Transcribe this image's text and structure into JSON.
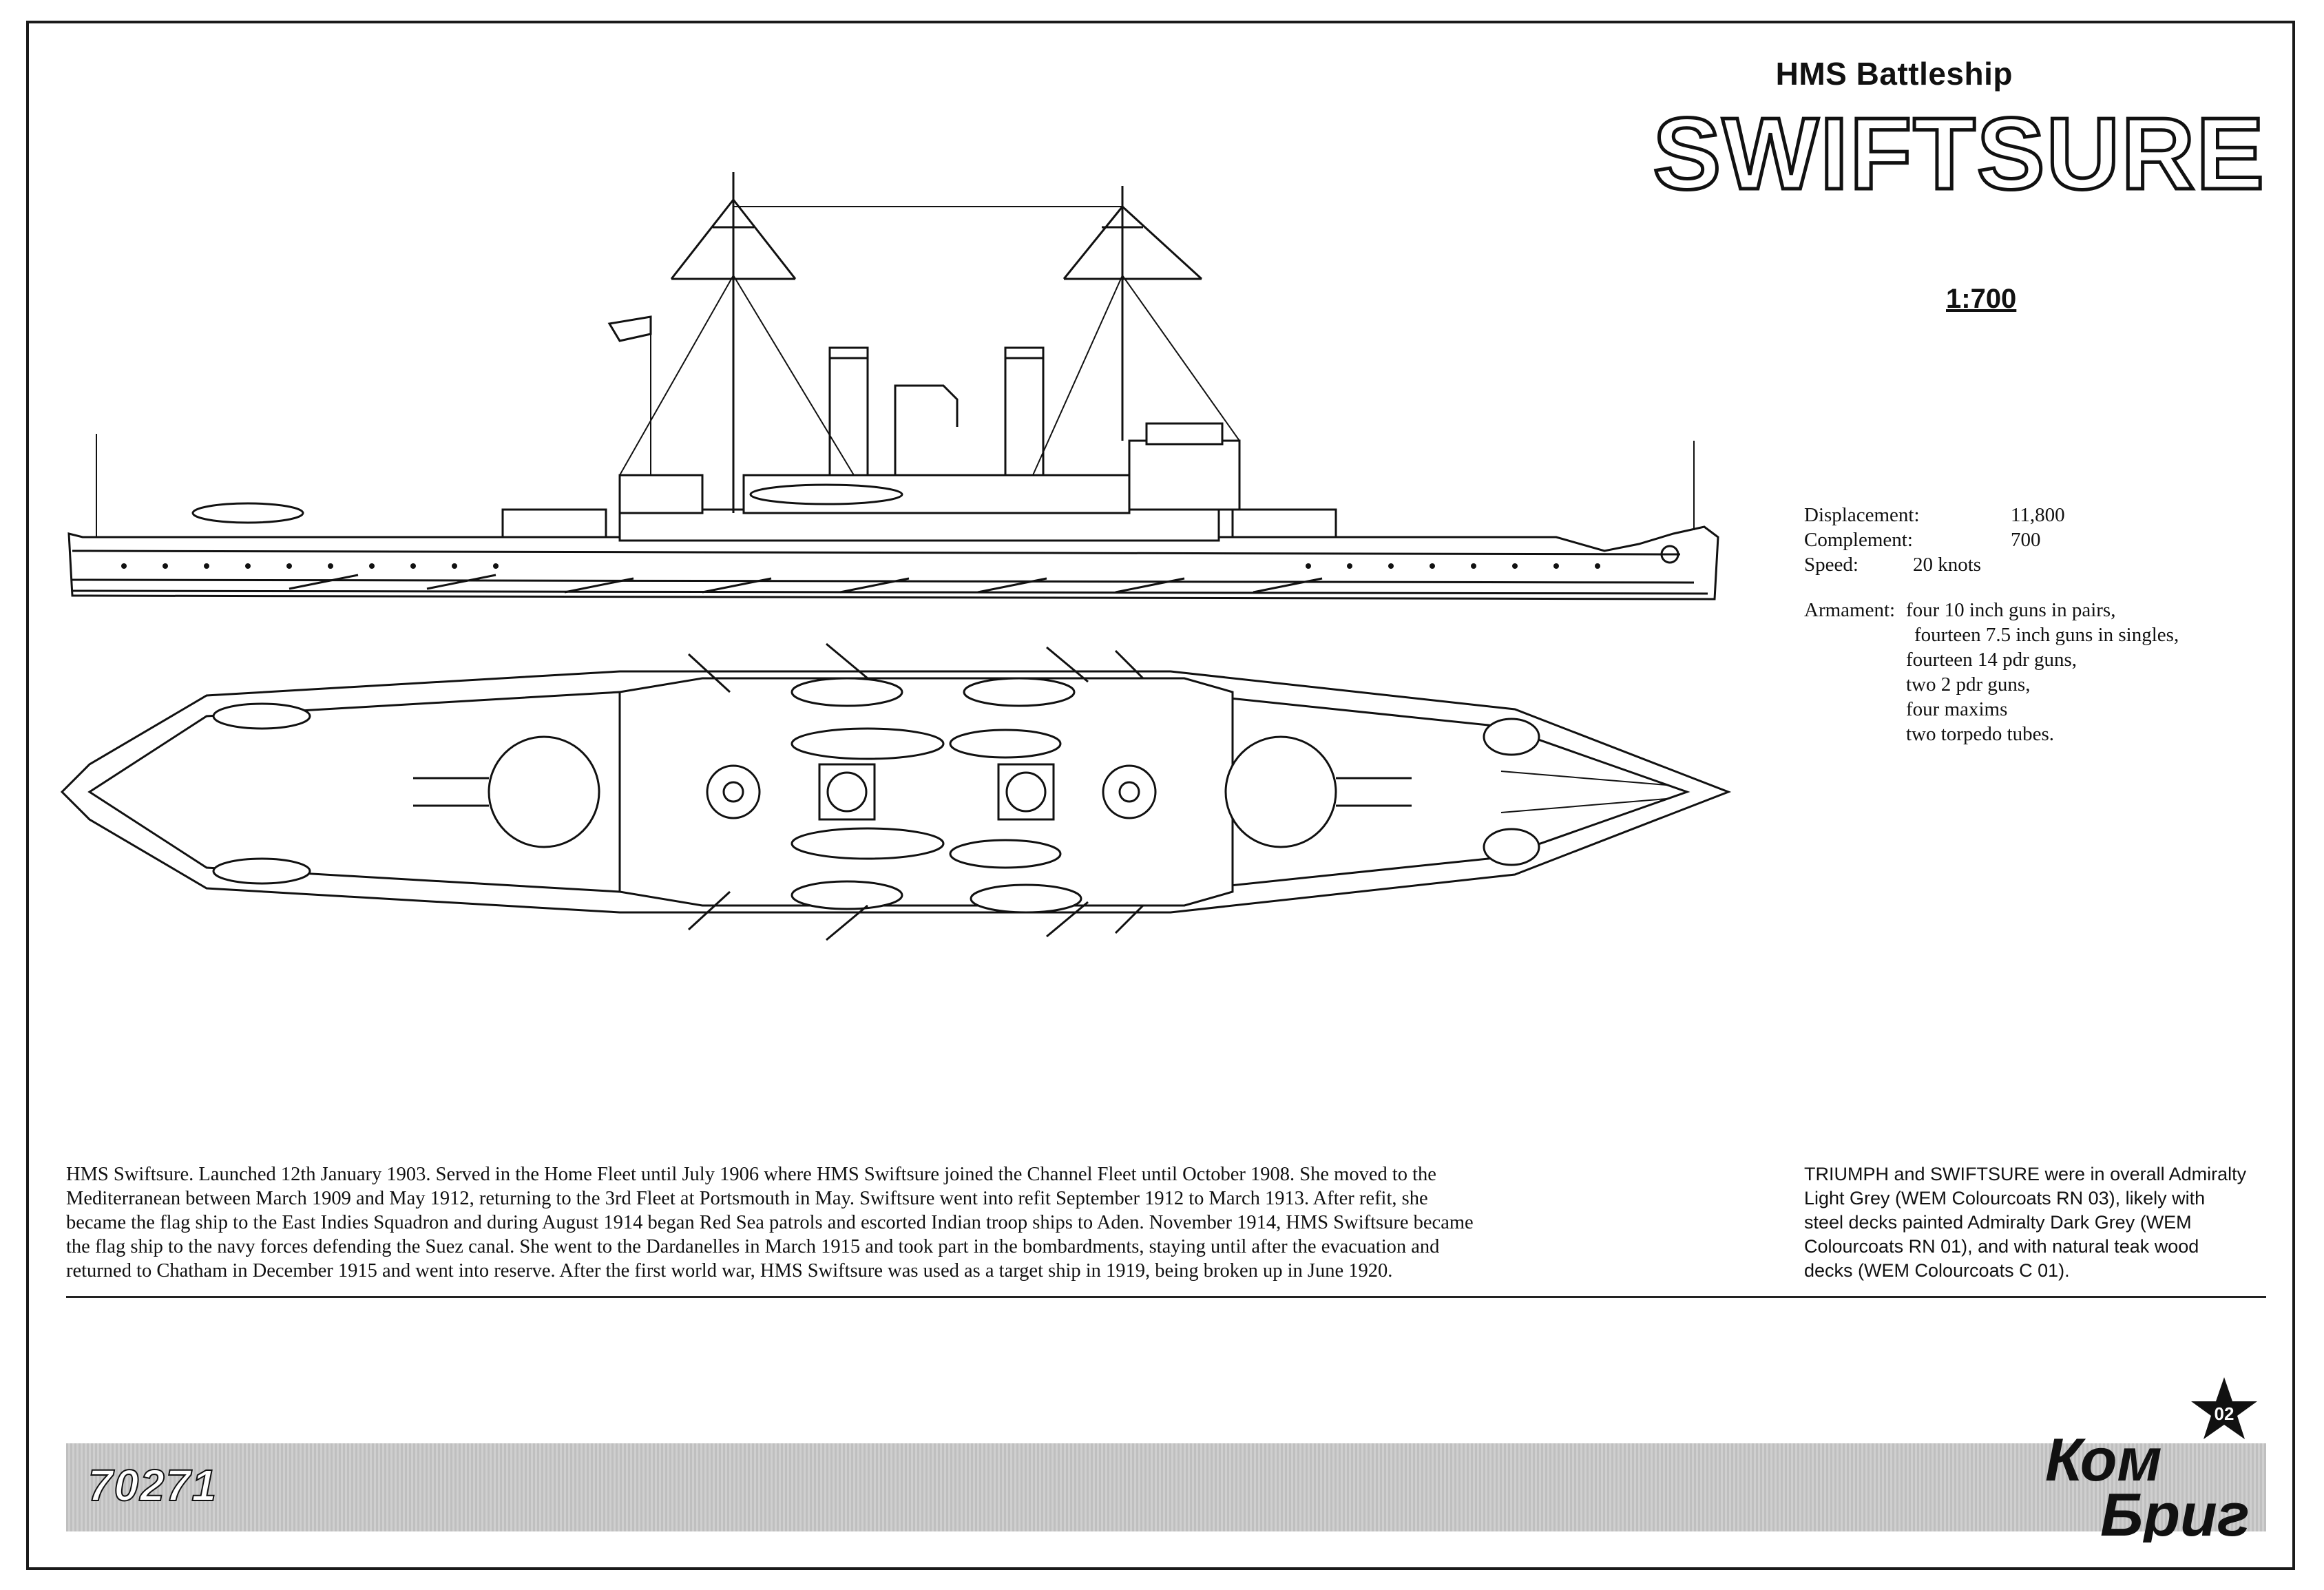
{
  "header": {
    "subtitle": "HMS Battleship",
    "title": "SWIFTSURE",
    "scale": "1:700"
  },
  "specs": {
    "displacement_label": "Displacement:",
    "displacement_value": "11,800",
    "complement_label": "Complement:",
    "complement_value": "700",
    "speed_label": "Speed:",
    "speed_value": "20 knots",
    "armament_label": "Armament:",
    "armament": [
      "four 10 inch guns in pairs,",
      "fourteen 7.5 inch guns in singles,",
      "fourteen 14 pdr guns,",
      "two 2 pdr guns,",
      "four maxims",
      "two torpedo tubes."
    ]
  },
  "history": {
    "lines": [
      "HMS Swiftsure.   Launched 12th January 1903. Served in the Home Fleet until July 1906 where HMS Swiftsure joined the Channel Fleet until October 1908. She moved to the",
      "Mediterranean between March 1909 and May 1912, returning to the 3rd Fleet at Portsmouth in May. Swiftsure went into refit September 1912 to March 1913. After refit, she",
      "became the flag ship to the East Indies Squadron and during August 1914 began Red Sea patrols and escorted Indian troop ships to Aden. November 1914, HMS Swiftsure became",
      "the flag ship to the navy forces defending the Suez canal. She went to the Dardanelles in March 1915 and took part in the bombardments, staying until after the evacuation and",
      "returned to Chatham in December 1915 and went into reserve. After the first world war, HMS Swiftsure was used as a target ship in 1919, being broken up in June 1920."
    ]
  },
  "colours": {
    "lines": [
      "TRIUMPH and SWIFTSURE were in overall Admiralty",
      "Light Grey (WEM Colourcoats RN 03), likely with",
      "steel decks painted Admiralty Dark Grey (WEM",
      "Colourcoats RN 01), and with natural teak wood",
      "decks (WEM Colourcoats C 01)."
    ]
  },
  "footer": {
    "code": "70271",
    "logo_text_top": "Ком",
    "logo_text_bottom": "Бриг",
    "logo_star_text": "02"
  }
}
